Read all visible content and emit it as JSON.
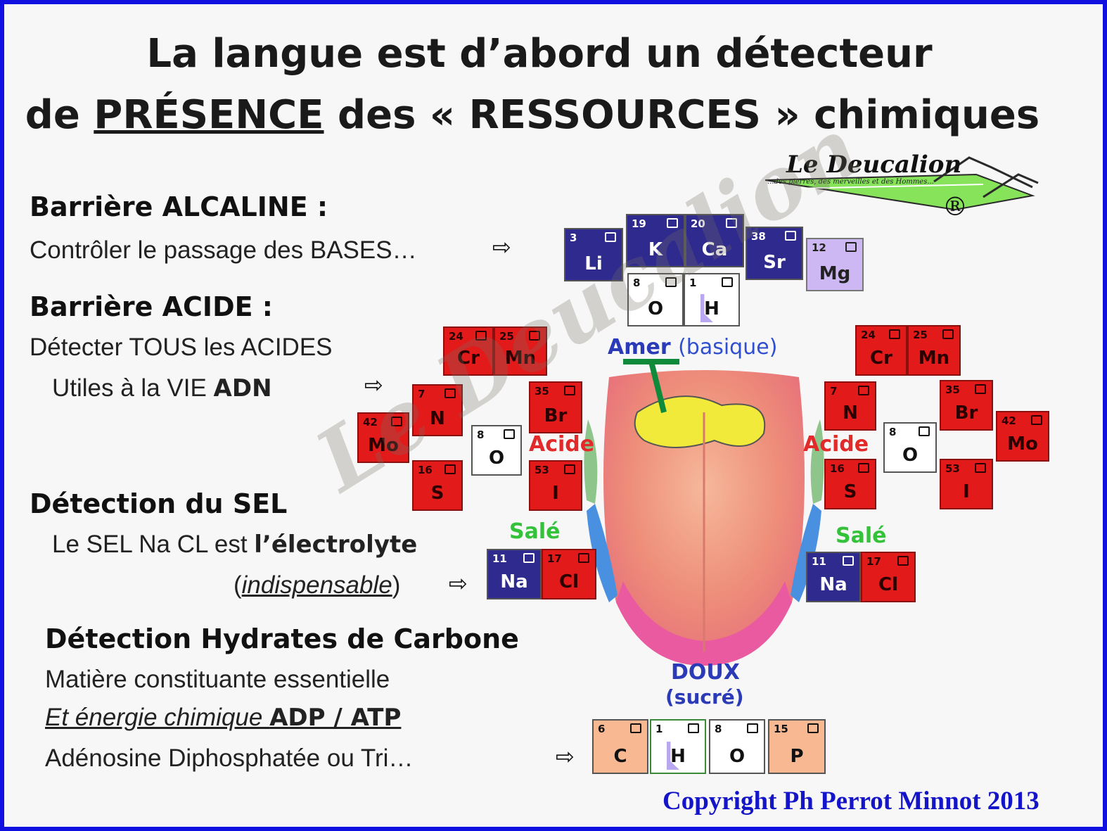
{
  "title": {
    "line1": "La langue est d’abord un détecteur",
    "line2_prefix": "de ",
    "line2_emphasis": "PRÉSENCE",
    "line2_suffix": " des « RESSOURCES » chimiques"
  },
  "logo": {
    "name": "Le Deucalion",
    "tagline": "...des pierres, des merveilles et des Hommes...",
    "registered": "®"
  },
  "arrow": "⇨",
  "left": {
    "alcaline_heading": "Barrière ALCALINE :",
    "alcaline_text": "Contrôler le passage des BASES…",
    "acide_heading": "Barrière ACIDE :",
    "acide_text1": "Détecter TOUS les ACIDES",
    "acide_text2": "Utiles à la VIE ",
    "acide_text2_bold": "ADN",
    "sel_heading": "Détection du SEL",
    "sel_text1": "Le SEL Na CL est ",
    "sel_text1_bold": "l’électrolyte",
    "paren_open": "(",
    "sel_text2": "indispensable",
    "paren_close": ")",
    "hydrates_heading": "Détection Hydrates de Carbone",
    "hydrates_text1": "Matière constituante essentielle",
    "hydrates_text2": "Et énergie chimique ",
    "hydrates_text2_bold": "ADP / ATP",
    "hydrates_text3": "Adénosine Diphosphatée ou Tri…"
  },
  "tongue": {
    "amer": "Amer ",
    "amer_sub": "(basique)",
    "acide": "Acide",
    "sale": "Salé",
    "doux": "DOUX",
    "sucre": "(sucré)"
  },
  "el": {
    "li": {
      "n": "3",
      "s": "Li"
    },
    "k": {
      "n": "19",
      "s": "K"
    },
    "ca": {
      "n": "20",
      "s": "Ca"
    },
    "sr": {
      "n": "38",
      "s": "Sr"
    },
    "mg": {
      "n": "12",
      "s": "Mg"
    },
    "o": {
      "n": "8",
      "s": "O"
    },
    "h": {
      "n": "1",
      "s": "H"
    },
    "cr": {
      "n": "24",
      "s": "Cr"
    },
    "mn": {
      "n": "25",
      "s": "Mn"
    },
    "n": {
      "n": "7",
      "s": "N"
    },
    "br": {
      "n": "35",
      "s": "Br"
    },
    "mo": {
      "n": "42",
      "s": "Mo"
    },
    "s": {
      "n": "16",
      "s": "S"
    },
    "i": {
      "n": "53",
      "s": "I"
    },
    "na": {
      "n": "11",
      "s": "Na"
    },
    "cl": {
      "n": "17",
      "s": "Cl"
    },
    "c": {
      "n": "6",
      "s": "C"
    },
    "p": {
      "n": "15",
      "s": "P"
    }
  },
  "colors": {
    "frame": "#1010e0",
    "alkaline": "#2e2a8e",
    "acid": "#e21a1a",
    "magnesium": "#cdb8f3",
    "organic": "#f7b892",
    "amer_label": "#2b3bb8",
    "acide_label": "#e22a2a",
    "sale_label": "#34c23a",
    "copyright": "#1414c8"
  },
  "copyright": "Copyright Ph Perrot Minnot 2013"
}
